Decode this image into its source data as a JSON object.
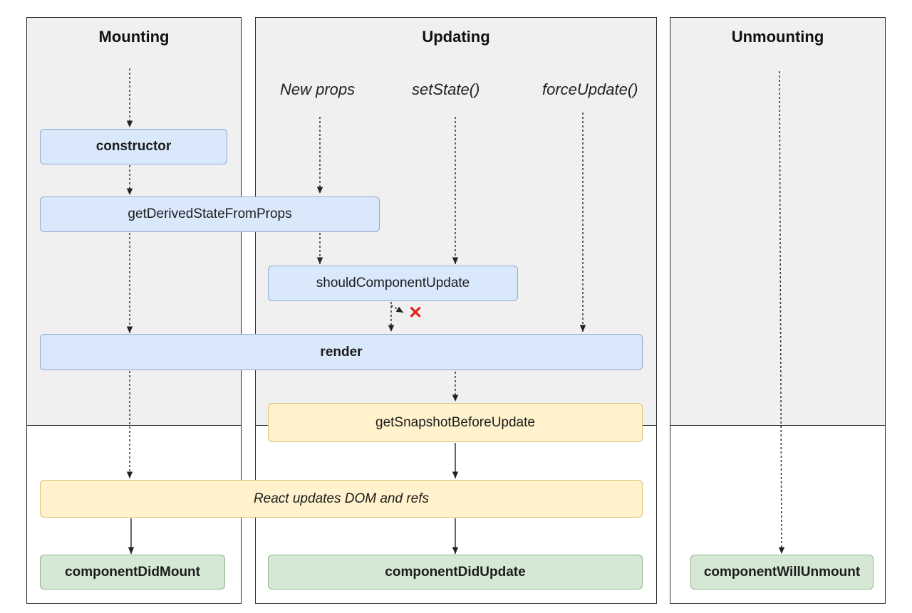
{
  "phases": {
    "mounting": "Mounting",
    "updating": "Updating",
    "unmounting": "Unmounting"
  },
  "triggers": {
    "new_props": "New props",
    "set_state": "setState()",
    "force_update": "forceUpdate()"
  },
  "methods": {
    "constructor": "constructor",
    "get_derived_state": "getDerivedStateFromProps",
    "should_component_update": "shouldComponentUpdate",
    "render": "render",
    "get_snapshot": "getSnapshotBeforeUpdate",
    "dom_update": "React updates DOM and refs",
    "did_mount": "componentDidMount",
    "did_update": "componentDidUpdate",
    "will_unmount": "componentWillUnmount"
  },
  "colors": {
    "render_phase": "#dae8fc",
    "pre_commit_phase": "#fff2cc",
    "commit_phase": "#d5e8d4",
    "skip_marker": "#e02020"
  },
  "icons": {
    "skip_marker": "cross-icon"
  },
  "skip_marker_glyph": "✕"
}
